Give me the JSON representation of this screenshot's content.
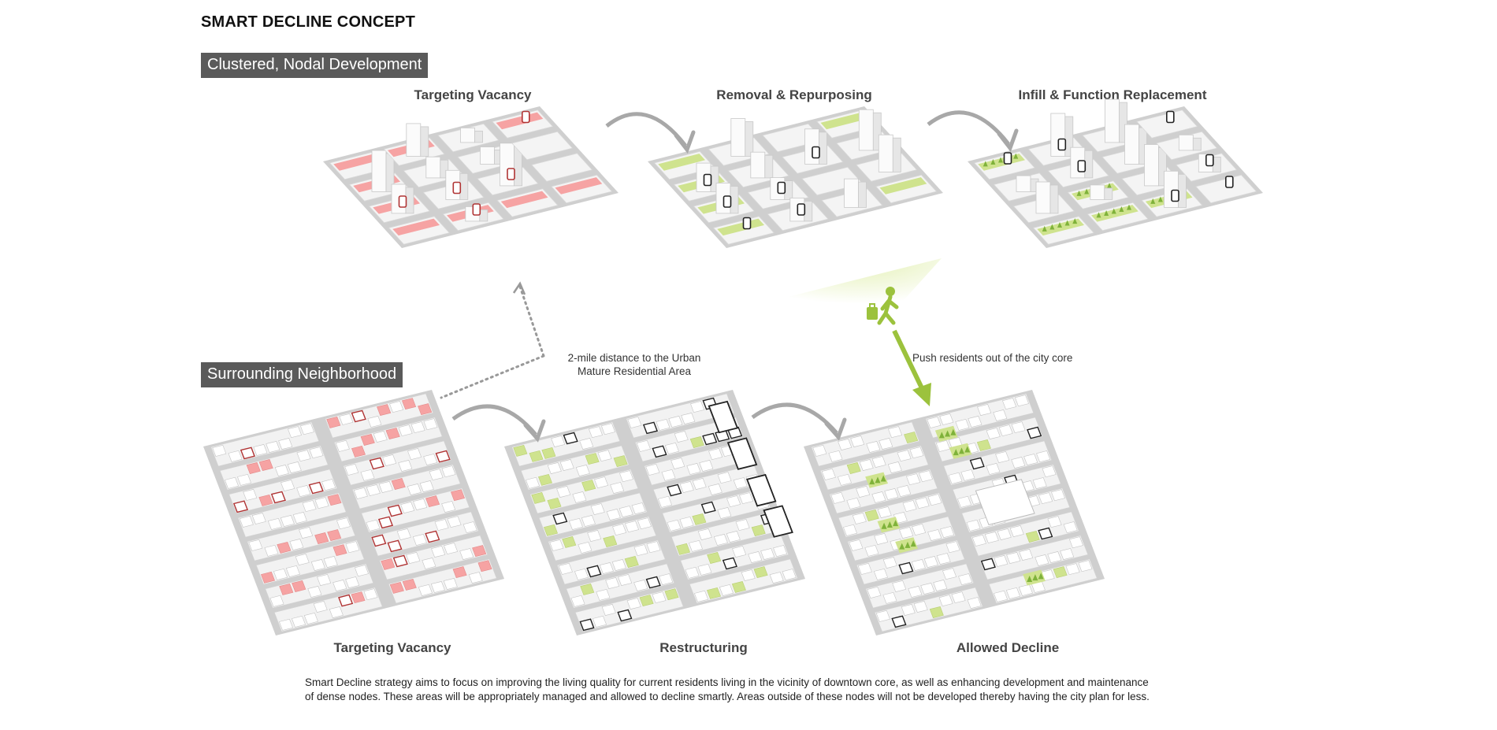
{
  "title": "SMART DECLINE CONCEPT",
  "sections": {
    "top": "Clustered, Nodal Development",
    "bottom": "Surrounding Neighborhood"
  },
  "top_panels": [
    {
      "label": "Targeting Vacancy"
    },
    {
      "label": "Removal & Repurposing"
    },
    {
      "label": "Infill & Function Replacement"
    }
  ],
  "bottom_panels": [
    {
      "label": "Targeting Vacancy"
    },
    {
      "label": "Restructuring"
    },
    {
      "label": "Allowed Decline"
    }
  ],
  "annotations": {
    "distance_line1": "2-mile distance to the Urban",
    "distance_line2": "Mature Residential Area",
    "push": "Push residents out of the city core"
  },
  "caption_line1": "Smart Decline strategy aims to focus on improving the living  quality for current residents living in the vicinity of downtown core, as well as enhancing development and maintenance",
  "caption_line2": "of dense nodes. These areas will be appropriately managed and allowed to decline smartly. Areas outside of these nodes will not be developed thereby having the city plan for less.",
  "colors": {
    "vacancy": "#f6a3a3",
    "repurposed": "#cfe38e",
    "trees": "#7fb23a",
    "road": "#cfcfcf",
    "label_bg": "#5a5a5a",
    "arrow_green": "#9cc23d",
    "arrow_gray": "#a8a8a8"
  }
}
